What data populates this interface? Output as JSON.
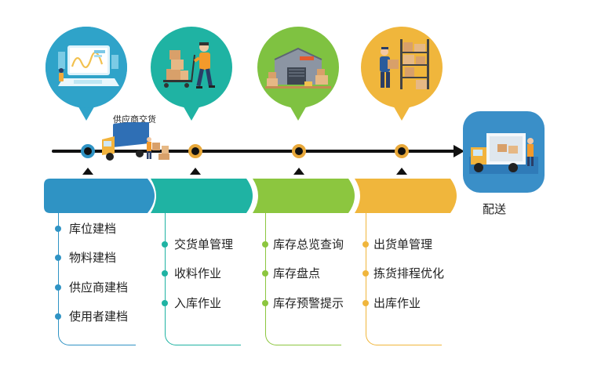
{
  "timeline": {
    "supplier_label": "供应商交货",
    "delivery_label": "配送"
  },
  "columns": [
    {
      "title": "系统信息建档",
      "color": "#2f93c4",
      "items": [
        "库位建档",
        "物料建档",
        "供应商建档",
        "使用者建档"
      ]
    },
    {
      "title": "入库管理",
      "color": "#1fb3a3",
      "items": [
        "交货单管理",
        "收料作业",
        "入库作业"
      ]
    },
    {
      "title": "库存管理",
      "color": "#8cc63f",
      "items": [
        "库存总览查询",
        "库存盘点",
        "库存预警提示"
      ]
    },
    {
      "title": "出库管理",
      "color": "#f0b63c",
      "items": [
        "出货单管理",
        "拣货排程优化",
        "出库作业"
      ]
    }
  ],
  "icons": {
    "bubble_1": "computer-screen-icon",
    "bubble_2": "worker-pushing-cart-icon",
    "bubble_3": "warehouse-icon",
    "bubble_4": "worker-loading-boxes-icon",
    "truck": "delivery-truck-icon",
    "delivery": "delivery-van-icon"
  }
}
